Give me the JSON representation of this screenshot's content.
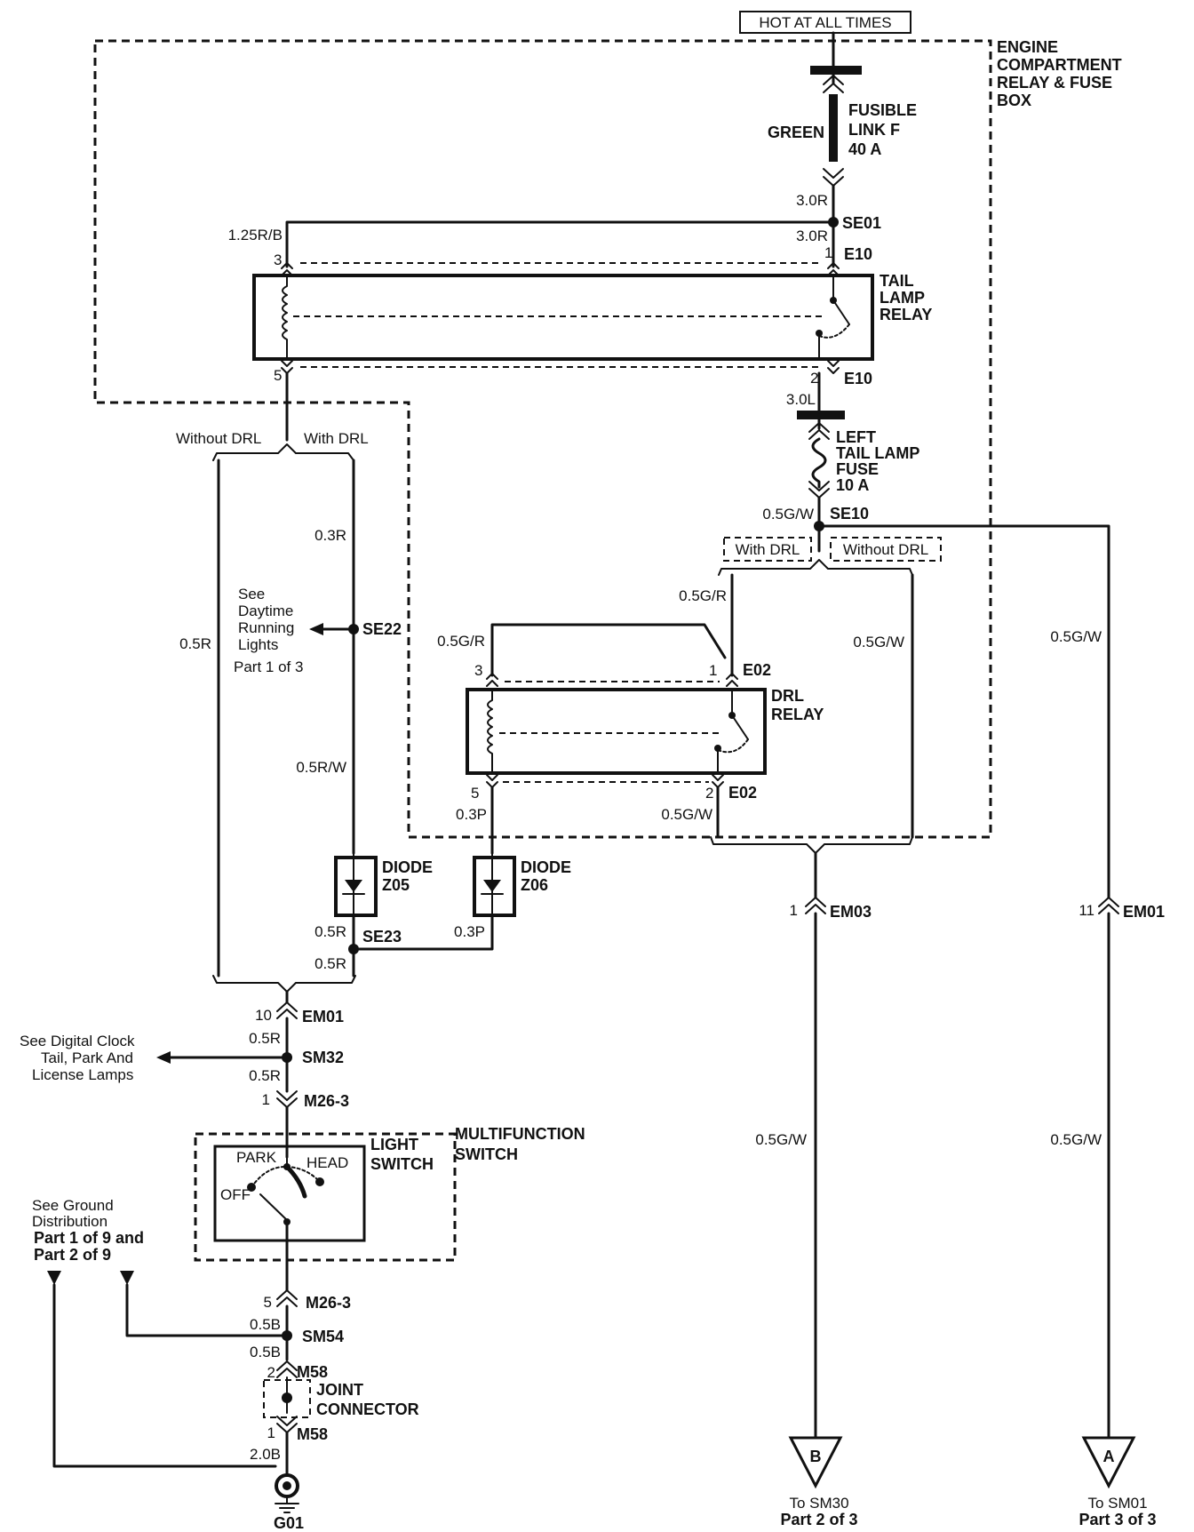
{
  "source": {
    "hot_label": "HOT AT ALL TIMES"
  },
  "fuse_box": {
    "line1": "ENGINE",
    "line2": "COMPARTMENT",
    "line3": "RELAY & FUSE",
    "line4": "BOX"
  },
  "fusible_link": {
    "color": "GREEN",
    "line1": "FUSIBLE",
    "line2": "LINK F",
    "line3": "40 A",
    "wire": "3.0R"
  },
  "splice_se01": {
    "name": "SE01",
    "wire_left": "1.25R/B",
    "wire_down": "3.0R"
  },
  "tail_relay": {
    "line1": "TAIL",
    "line2": "LAMP",
    "line3": "RELAY",
    "connector": "E10",
    "pin1": "1",
    "pin2": "2",
    "pin3": "3",
    "pin5": "5",
    "out_wire": "3.0L"
  },
  "tail_fuse": {
    "line1": "LEFT",
    "line2": "TAIL LAMP",
    "line3": "FUSE",
    "line4": "10 A"
  },
  "splice_se10": {
    "name": "SE10",
    "wire": "0.5G/W",
    "with_drl": "With DRL",
    "without_drl": "Without DRL"
  },
  "left_branch": {
    "without_drl": "Without DRL",
    "with_drl": "With DRL",
    "wire_main": "0.5R",
    "wire_drl": "0.3R",
    "wire_drl2": "0.5R/W"
  },
  "splice_se22": {
    "name": "SE22",
    "ref1": "See",
    "ref2": "Daytime",
    "ref3": "Running",
    "ref4": "Lights",
    "ref5": "Part 1 of 3"
  },
  "drl_relay": {
    "line1": "DRL",
    "line2": "RELAY",
    "connector": "E02",
    "pin1": "1",
    "pin2": "2",
    "pin3": "3",
    "pin5": "5",
    "wire_in": "0.5G/R",
    "wire_left": "0.5G/R",
    "wire_pin5": "0.3P",
    "wire_pin2": "0.5G/W",
    "wire_without": "0.5G/W"
  },
  "diode_z05": {
    "line1": "DIODE",
    "line2": "Z05",
    "wire": "0.5R"
  },
  "diode_z06": {
    "line1": "DIODE",
    "line2": "Z06",
    "wire": "0.3P"
  },
  "splice_se23": {
    "name": "SE23",
    "wire": "0.5R"
  },
  "em01_left": {
    "pin": "10",
    "name": "EM01",
    "wire": "0.5R"
  },
  "splice_sm32": {
    "name": "SM32",
    "wire": "0.5R",
    "ref1": "See Digital Clock",
    "ref2": "Tail, Park And",
    "ref3": "License Lamps"
  },
  "m26_top": {
    "pin": "1",
    "name": "M26-3"
  },
  "multifunction": {
    "line1": "MULTIFUNCTION",
    "line2": "SWITCH",
    "switch1": "LIGHT",
    "switch2": "SWITCH",
    "park": "PARK",
    "head": "HEAD",
    "off": "OFF"
  },
  "ground_ref": {
    "line1": "See Ground",
    "line2": "Distribution",
    "line3": "Part 1 of 9 and",
    "line4": "Part 2 of 9"
  },
  "m26_bottom": {
    "pin": "5",
    "name": "M26-3",
    "wire": "0.5B"
  },
  "splice_sm54": {
    "name": "SM54",
    "wire": "0.5B"
  },
  "m58": {
    "pin_top": "2",
    "pin_bottom": "1",
    "name": "M58",
    "line1": "JOINT",
    "line2": "CONNECTOR",
    "wire": "2.0B"
  },
  "ground": {
    "name": "G01"
  },
  "em03": {
    "pin": "1",
    "name": "EM03",
    "wire": "0.5G/W"
  },
  "em01_right": {
    "pin": "11",
    "name": "EM01",
    "wire_top": "0.5G/W",
    "wire_bottom": "0.5G/W"
  },
  "offpage_b": {
    "letter": "B",
    "line1": "To SM30",
    "line2": "Part 2 of 3"
  },
  "offpage_a": {
    "letter": "A",
    "line1": "To SM01",
    "line2": "Part 3 of 3"
  }
}
